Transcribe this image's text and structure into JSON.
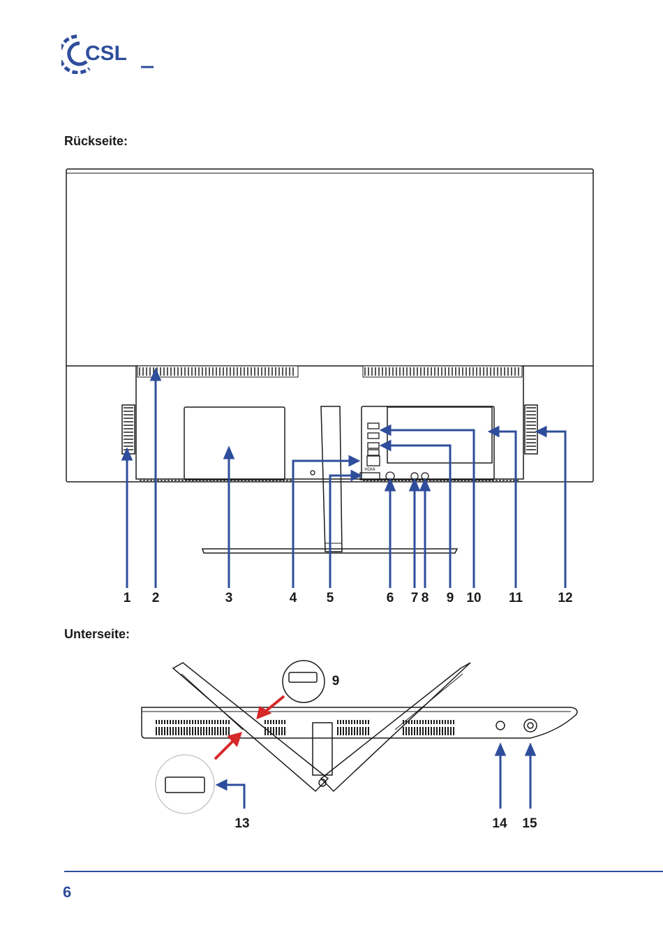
{
  "logo": {
    "text": "CSL",
    "color": "#2e4d9b",
    "icon": "csl-logo-icon"
  },
  "sections": {
    "rear": {
      "title": "Rückseite:"
    },
    "bottom": {
      "title": "Unterseite:"
    }
  },
  "rear_callouts": [
    "1",
    "2",
    "3",
    "4",
    "5",
    "6",
    "7",
    "8",
    "9",
    "10",
    "11",
    "12"
  ],
  "bottom_callouts": {
    "usb_top": "9",
    "usb_side": "13",
    "port_14": "14",
    "port_15": "15"
  },
  "port_labels": {
    "hdmi": "HDMI"
  },
  "colors": {
    "accent_blue": "#2e4d9b",
    "callout_red": "#d62828",
    "line": "#1a1a1a"
  },
  "footer": {
    "page_number": "6"
  }
}
